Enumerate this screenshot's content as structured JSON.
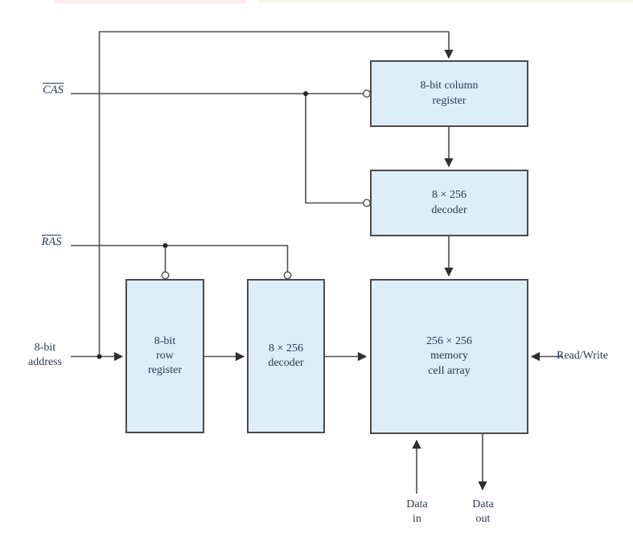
{
  "diagram": {
    "blocks": {
      "column_register": {
        "lines": [
          "8-bit column",
          "register"
        ]
      },
      "column_decoder": {
        "lines": [
          "8 × 256",
          "decoder"
        ]
      },
      "memory_cell_array": {
        "lines": [
          "256 × 256",
          "memory",
          "cell array"
        ]
      },
      "row_register": {
        "lines": [
          "8-bit",
          "row",
          "register"
        ]
      },
      "row_decoder": {
        "lines": [
          "8 × 256",
          "decoder"
        ]
      }
    },
    "labels": {
      "cas": "CAS",
      "ras": "RAS",
      "address": [
        "8-bit",
        "address"
      ],
      "read_write": "Read/Write",
      "data_in": [
        "Data",
        "in"
      ],
      "data_out": [
        "Data",
        "out"
      ]
    },
    "colors": {
      "block_fill": "#ddeef9",
      "block_border": "#4a4a4a",
      "wire": "#4f4f4f",
      "text": "#2b3a52",
      "top_strip_pink": "#fdecea",
      "top_strip_green": "#f4f9f0"
    }
  }
}
